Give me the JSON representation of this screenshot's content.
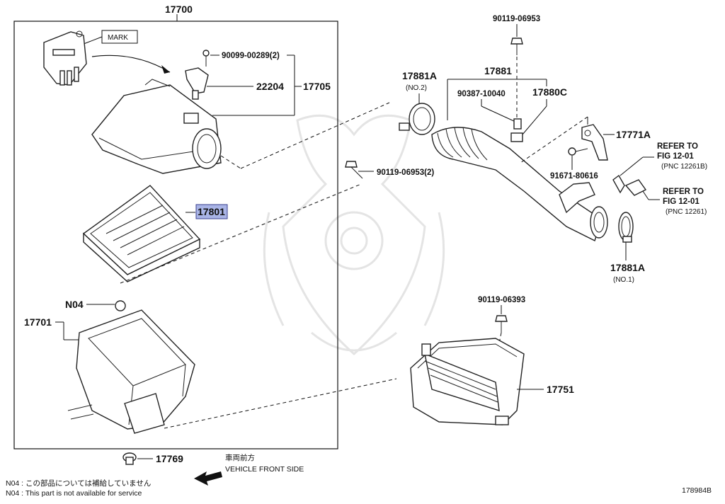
{
  "parts": {
    "assembly": "17700",
    "mark_label": "MARK",
    "bolt_a": "90099-00289(2)",
    "sensor": "22204",
    "sensor_group": "17705",
    "filter": "17801",
    "grommet_n04": "N04",
    "case_lower": "17701",
    "grommet_bottom": "17769",
    "bolt_top": "90119-06953",
    "clamp_top": "17881A",
    "clamp_top_note": "(NO.2)",
    "hose_group": "17881",
    "hose_sub": "90387-10040",
    "hose_part": "17880C",
    "bracket": "17771A",
    "bolt_mid": "90119-06953(2)",
    "screw": "91671-80616",
    "clamp_bottom": "17881A",
    "clamp_bottom_note": "(NO.1)",
    "bolt_lower": "90119-06393",
    "duct": "17751"
  },
  "refs": {
    "ref1_line1": "REFER TO",
    "ref1_line2": "FIG 12-01",
    "ref1_line3": "(PNC 12261B)",
    "ref2_line1": "REFER TO",
    "ref2_line2": "FIG 12-01",
    "ref2_line3": "(PNC 12261)"
  },
  "legend": {
    "direction_jp": "車両前方",
    "direction_en": "VEHICLE FRONT SIDE",
    "note_jp": "N04 : この部品については補給していません",
    "note_en": "N04 : This part is not available for service",
    "figure_id": "178984B"
  },
  "colors": {
    "highlight": "#a9b4e6",
    "highlight_border": "#3a3f8f"
  },
  "icons": [
    "arrow-left-icon",
    "watermark-logo-icon"
  ]
}
